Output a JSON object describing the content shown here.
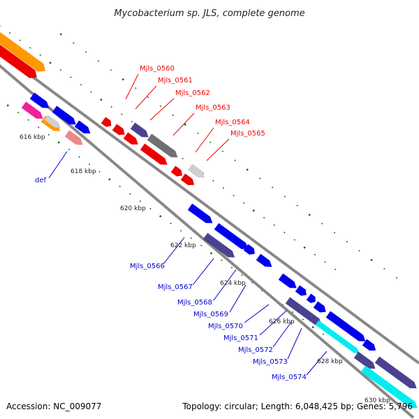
{
  "map": {
    "title": "Mycobacterium sp. JLS, complete genome",
    "accession": "Accession: NC_009077",
    "summary": "Topology: circular; Length: 6,048,425 bp; Genes: 5,796"
  },
  "colors": {
    "red": "#ee0000",
    "blue": "#0000ee",
    "slate": "#4a4290",
    "gray": "#707070",
    "lightgray": "#cfcfcf",
    "orange": "#ff9900",
    "pink": "#ee2299",
    "salmon": "#ee8888",
    "cyan": "#00eeee",
    "backbone": "#888888",
    "tick": "#116611",
    "label_red": "#ee0000",
    "label_blue": "#0000cc"
  },
  "ticks": [
    {
      "text": "616 kbp"
    },
    {
      "text": "618 kbp"
    },
    {
      "text": "620 kbp"
    },
    {
      "text": "622 kbp"
    },
    {
      "text": "624 kbp"
    },
    {
      "text": "626 kbp"
    },
    {
      "text": "628 kbp"
    },
    {
      "text": "630 kbp"
    }
  ],
  "gene_labels": [
    {
      "text": "Mjls_0560",
      "color": "red"
    },
    {
      "text": "Mjls_0561",
      "color": "red"
    },
    {
      "text": "Mjls_0562",
      "color": "red"
    },
    {
      "text": "Mjls_0563",
      "color": "red"
    },
    {
      "text": "Mjls_0564",
      "color": "red"
    },
    {
      "text": "Mjls_0565",
      "color": "red"
    },
    {
      "text": "def",
      "color": "blue"
    },
    {
      "text": "Mjls_0566",
      "color": "blue"
    },
    {
      "text": "Mjls_0567",
      "color": "blue"
    },
    {
      "text": "Mjls_0568",
      "color": "blue"
    },
    {
      "text": "Mjls_0569",
      "color": "blue"
    },
    {
      "text": "Mjls_0570",
      "color": "blue"
    },
    {
      "text": "Mjls_0571",
      "color": "blue"
    },
    {
      "text": "Mjls_0572",
      "color": "blue"
    },
    {
      "text": "Mjls_0573",
      "color": "blue"
    },
    {
      "text": "Mjls_0574",
      "color": "blue"
    }
  ],
  "features": [
    {
      "track": "outer",
      "color": "orange",
      "strand": "forward"
    },
    {
      "track": "outer",
      "color": "red",
      "strand": "forward"
    },
    {
      "track": "inner",
      "color": "blue",
      "strand": "forward"
    },
    {
      "track": "inner",
      "color": "pink",
      "strand": "forward"
    },
    {
      "track": "inner",
      "color": "orange",
      "strand": "forward"
    },
    {
      "track": "inner",
      "color": "salmon",
      "strand": "forward"
    },
    {
      "track": "inner",
      "color": "red",
      "strand": "forward"
    },
    {
      "track": "inner",
      "color": "slate",
      "strand": "forward"
    },
    {
      "track": "inner",
      "color": "gray",
      "strand": "forward"
    },
    {
      "track": "inner",
      "color": "lightgray",
      "strand": "forward"
    },
    {
      "track": "inner",
      "color": "blue",
      "strand": "forward"
    },
    {
      "track": "inner",
      "color": "slate",
      "strand": "forward"
    },
    {
      "track": "inner",
      "color": "cyan",
      "strand": "forward"
    }
  ]
}
